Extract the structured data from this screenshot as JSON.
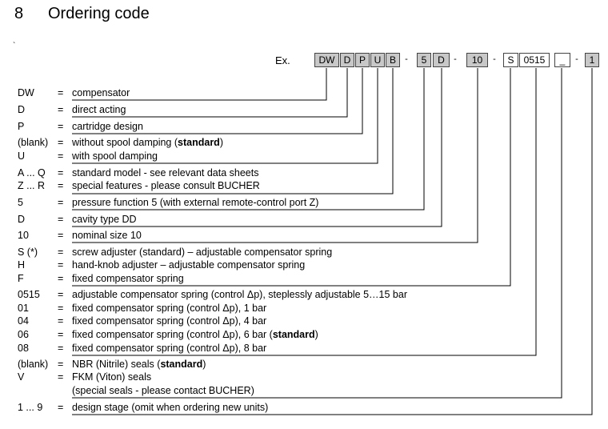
{
  "heading": {
    "number": "8",
    "title": "Ordering code"
  },
  "dot_mark": "`",
  "example": {
    "label": "Ex.",
    "fields": [
      {
        "text": "DW",
        "style": "gray"
      },
      {
        "text": "D",
        "style": "gray"
      },
      {
        "text": "P",
        "style": "gray"
      },
      {
        "text": "U",
        "style": "gray"
      },
      {
        "text": "B",
        "style": "gray"
      },
      {
        "text": "-",
        "style": "sep"
      },
      {
        "text": "5",
        "style": "gray"
      },
      {
        "text": "D",
        "style": "gray"
      },
      {
        "text": "-",
        "style": "sep"
      },
      {
        "text": "10",
        "style": "gray"
      },
      {
        "text": "-",
        "style": "sep"
      },
      {
        "text": "S",
        "style": "white"
      },
      {
        "text": "0515",
        "style": "white"
      },
      {
        "text": "_",
        "style": "white"
      },
      {
        "text": "-",
        "style": "sep"
      },
      {
        "text": "1",
        "style": "gray"
      }
    ]
  },
  "rows": [
    {
      "term": "DW",
      "eq": "=",
      "desc": "compensator"
    },
    {
      "term": "D",
      "eq": "=",
      "desc": "direct acting"
    },
    {
      "term": "P",
      "eq": "=",
      "desc": "cartridge design"
    },
    {
      "term": "(blank)",
      "eq": "=",
      "desc": "without spool damping (",
      "bold": "standard",
      "tail": ")"
    },
    {
      "term": "U",
      "eq": "=",
      "desc": "with spool damping"
    },
    {
      "term": "A ... Q",
      "eq": "=",
      "desc": "standard model - see relevant data sheets"
    },
    {
      "term": "Z ... R",
      "eq": "=",
      "desc": "special features - please consult BUCHER"
    },
    {
      "term": "5",
      "eq": "=",
      "desc": "pressure function 5 (with external remote-control port Z)"
    },
    {
      "term": "D",
      "eq": "=",
      "desc": "cavity type DD"
    },
    {
      "term": "10",
      "eq": "=",
      "desc": "nominal size 10"
    },
    {
      "term": "S (*)",
      "eq": "=",
      "desc": "screw adjuster (standard) – adjustable compensator spring"
    },
    {
      "term": "H",
      "eq": "=",
      "desc": "hand-knob adjuster – adjustable compensator spring"
    },
    {
      "term": "F",
      "eq": "=",
      "desc": "fixed compensator spring"
    },
    {
      "term": "0515",
      "eq": "=",
      "desc": "adjustable compensator spring (control Δp), steplessly adjustable 5…15 bar"
    },
    {
      "term": "01",
      "eq": "=",
      "desc": "fixed compensator spring (control Δp),   1 bar"
    },
    {
      "term": "04",
      "eq": "=",
      "desc": "fixed compensator spring (control Δp),   4 bar"
    },
    {
      "term": "06",
      "eq": "=",
      "desc": "fixed compensator spring (control Δp),   6 bar (",
      "bold": "standard",
      "tail": ")"
    },
    {
      "term": "08",
      "eq": "=",
      "desc": "fixed compensator spring (control Δp),   8 bar"
    },
    {
      "term": "(blank)",
      "eq": "=",
      "desc": "NBR (Nitrile) seals  (",
      "bold": "standard",
      "tail": ")"
    },
    {
      "term": "V",
      "eq": "=",
      "desc": "FKM (Viton) seals"
    },
    {
      "term": "",
      "eq": "",
      "desc": "(special seals - please contact BUCHER)"
    },
    {
      "term": "1 ... 9",
      "eq": "=",
      "desc": "design stage (omit when ordering new units)"
    }
  ]
}
